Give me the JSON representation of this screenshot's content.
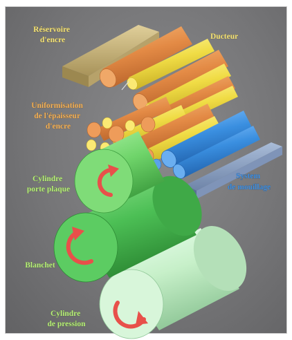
{
  "labels": {
    "reservoir": [
      "Réservoire",
      "d'encre"
    ],
    "ducteur": [
      "Ducteur"
    ],
    "uniformisation": [
      "Uniformisation",
      "de l'épaisseur",
      "d'encre"
    ],
    "cylindre_plaque": [
      "Cylindre",
      "porte plaque"
    ],
    "systeme_mouillage": [
      "System",
      "de mouillage"
    ],
    "blanchet": [
      "Blanchet"
    ],
    "cylindre_pression": [
      "Cylindre",
      "de pression"
    ]
  },
  "colors": {
    "background": "#767678",
    "ink_rollers_orange": "#e8904a",
    "ink_rollers_yellow": "#f2e04a",
    "water_rollers_blue": "#3a8fe0",
    "plate_cylinder": "#6fd46a",
    "blanket_cylinder": "#4cbf55",
    "impression_cylinder": "#c7f0c9",
    "rotation_arrows": "#e8504a",
    "reservoir_tray": "#c8b37a"
  },
  "icons": [
    "rotation-arrow-icon"
  ]
}
